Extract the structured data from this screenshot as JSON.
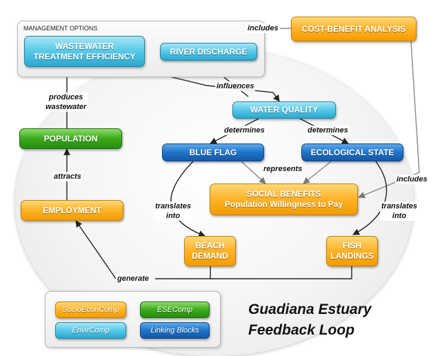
{
  "panel": {
    "title": "MANAGEMENT OPTIONS"
  },
  "nodes": {
    "wastewater": {
      "line1": "WASTEWATER",
      "line2": "TREATMENT EFFICIENCY"
    },
    "river": {
      "label": "RIVER DISCHARGE"
    },
    "cost_benefit": {
      "label": "COST-BENEFIT ANALYSIS"
    },
    "water_quality": {
      "label": "WATER QUALITY"
    },
    "population": {
      "label": "POPULATION"
    },
    "blue_flag": {
      "label": "BLUE FLAG"
    },
    "ecological_state": {
      "label": "ECOLOGICAL STATE"
    },
    "social_benefits": {
      "line1": "SOCIAL BENEFITS",
      "line2": "Population Willingness to Pay"
    },
    "employment": {
      "label": "EMPLOYMENT"
    },
    "beach_demand": {
      "line1": "BEACH",
      "line2": "DEMAND"
    },
    "fish_landings": {
      "line1": "FISH",
      "line2": "LANDINGS"
    }
  },
  "edge_labels": {
    "includes_top": "includes",
    "influences": "influences",
    "produces_1": "produces",
    "produces_2": "wastewater",
    "determines_left": "determines",
    "determines_right": "determines",
    "represents": "represents",
    "includes_right": "includes",
    "attracts": "attracts",
    "translates_left_1": "translates",
    "translates_left_2": "into",
    "translates_right_1": "translates",
    "translates_right_2": "into",
    "generate": "generate"
  },
  "legend": {
    "socio": "SocioEconComp",
    "ese": "ESEComp",
    "envir": "EnvirComp",
    "link": "Linking Blocks"
  },
  "title": {
    "line1": "Guadiana Estuary",
    "line2": "Feedback Loop"
  }
}
